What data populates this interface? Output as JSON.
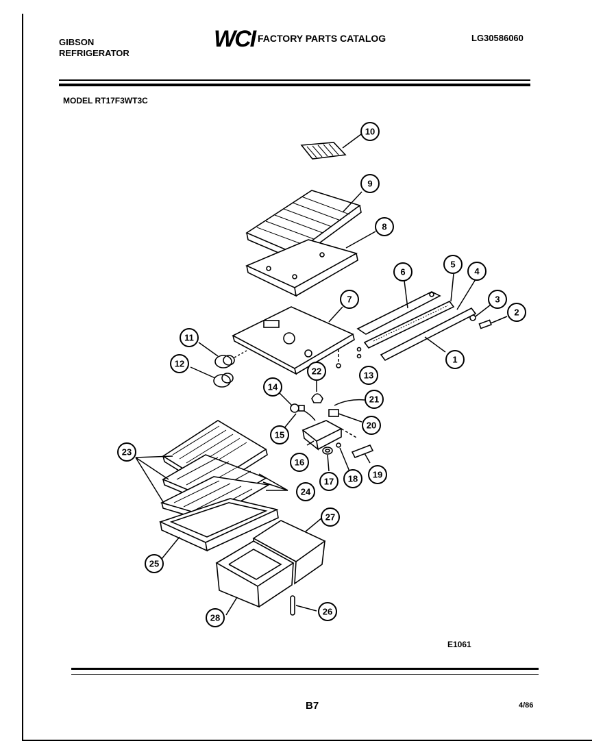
{
  "header": {
    "brand_line1": "GIBSON",
    "brand_line2": "REFRIGERATOR",
    "logo": "WCI",
    "catalog_title": "FACTORY PARTS CATALOG",
    "catalog_code": "LG30586060"
  },
  "model": "MODEL RT17F3WT3C",
  "diagram_code": "E1061",
  "page_number": "B7",
  "date": "4/86",
  "callouts": [
    {
      "id": "c1",
      "label": "1"
    },
    {
      "id": "c2",
      "label": "2"
    },
    {
      "id": "c3",
      "label": "3"
    },
    {
      "id": "c4",
      "label": "4"
    },
    {
      "id": "c5",
      "label": "5"
    },
    {
      "id": "c6",
      "label": "6"
    },
    {
      "id": "c7",
      "label": "7"
    },
    {
      "id": "c8",
      "label": "8"
    },
    {
      "id": "c9",
      "label": "9"
    },
    {
      "id": "c10",
      "label": "10"
    },
    {
      "id": "c11",
      "label": "11"
    },
    {
      "id": "c12",
      "label": "12"
    },
    {
      "id": "c13",
      "label": "13"
    },
    {
      "id": "c14",
      "label": "14"
    },
    {
      "id": "c15",
      "label": "15"
    },
    {
      "id": "c16",
      "label": "16"
    },
    {
      "id": "c17",
      "label": "17"
    },
    {
      "id": "c18",
      "label": "18"
    },
    {
      "id": "c19",
      "label": "19"
    },
    {
      "id": "c20",
      "label": "20"
    },
    {
      "id": "c21",
      "label": "21"
    },
    {
      "id": "c22",
      "label": "22"
    },
    {
      "id": "c23",
      "label": "23"
    },
    {
      "id": "c24",
      "label": "24"
    },
    {
      "id": "c25",
      "label": "25"
    },
    {
      "id": "c26",
      "label": "26"
    },
    {
      "id": "c27",
      "label": "27"
    },
    {
      "id": "c28",
      "label": "28"
    }
  ]
}
